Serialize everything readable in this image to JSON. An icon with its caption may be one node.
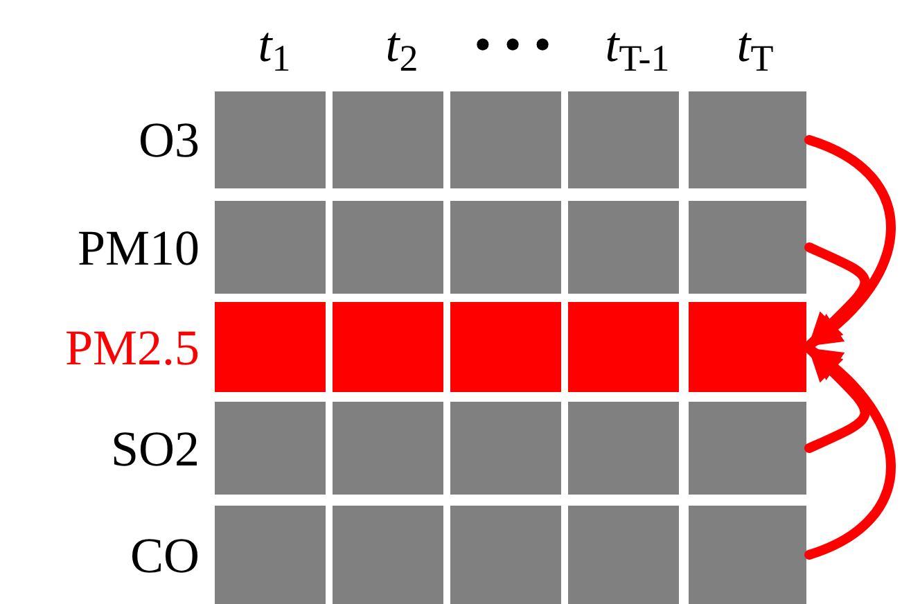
{
  "diagram": {
    "nodes": [
      {
        "text": [
          "O3"
        ]
      },
      {
        "text": [
          "PM10"
        ]
      },
      {
        "text": [
          "PM2.5"
        ]
      },
      {
        "text": [
          "SO2"
        ]
      },
      {
        "text": [
          "CO"
        ]
      }
    ],
    "edges": [
      {
        "from": 0,
        "to": 2,
        "arrow": "to"
      },
      {
        "from": 1,
        "to": 2,
        "arrow": "to"
      },
      {
        "from": 3,
        "to": 2,
        "arrow": "to"
      },
      {
        "from": 4,
        "to": 2,
        "arrow": "to"
      }
    ],
    "labels": [
      "*t*$_{1}$",
      "*t*$_{2}$",
      "• • •",
      "*t*$_{T-1}$",
      "*t*$_{T}$"
    ]
  }
}
